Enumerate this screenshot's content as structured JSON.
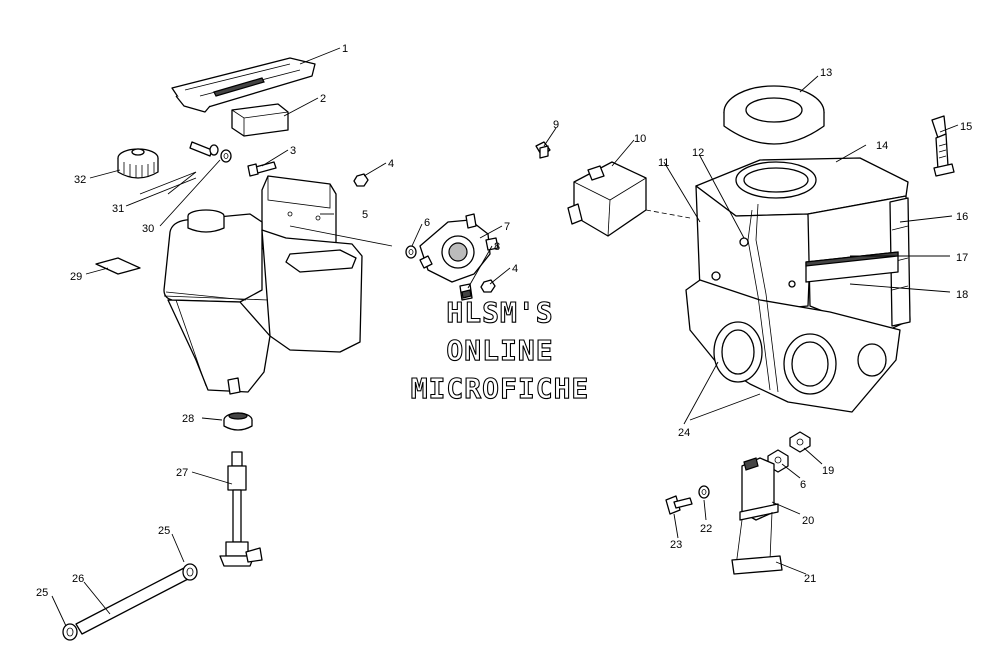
{
  "watermark": {
    "line1": "HLSM'S",
    "line2": "ONLINE",
    "line3": "MICROFICHE"
  },
  "callouts": [
    {
      "id": "c1",
      "text": "1"
    },
    {
      "id": "c2",
      "text": "2"
    },
    {
      "id": "c3",
      "text": "3"
    },
    {
      "id": "c4a",
      "text": "4"
    },
    {
      "id": "c5",
      "text": "5"
    },
    {
      "id": "c6a",
      "text": "6"
    },
    {
      "id": "c7",
      "text": "7"
    },
    {
      "id": "c8",
      "text": "8"
    },
    {
      "id": "c4b",
      "text": "4"
    },
    {
      "id": "c9",
      "text": "9"
    },
    {
      "id": "c10",
      "text": "10"
    },
    {
      "id": "c11",
      "text": "11"
    },
    {
      "id": "c12",
      "text": "12"
    },
    {
      "id": "c13",
      "text": "13"
    },
    {
      "id": "c14",
      "text": "14"
    },
    {
      "id": "c15",
      "text": "15"
    },
    {
      "id": "c16",
      "text": "16"
    },
    {
      "id": "c17",
      "text": "17"
    },
    {
      "id": "c18",
      "text": "18"
    },
    {
      "id": "c19",
      "text": "19"
    },
    {
      "id": "c6b",
      "text": "6"
    },
    {
      "id": "c20",
      "text": "20"
    },
    {
      "id": "c21",
      "text": "21"
    },
    {
      "id": "c22",
      "text": "22"
    },
    {
      "id": "c23",
      "text": "23"
    },
    {
      "id": "c24",
      "text": "24"
    },
    {
      "id": "c25a",
      "text": "25"
    },
    {
      "id": "c25b",
      "text": "25"
    },
    {
      "id": "c26",
      "text": "26"
    },
    {
      "id": "c27",
      "text": "27"
    },
    {
      "id": "c28",
      "text": "28"
    },
    {
      "id": "c29",
      "text": "29"
    },
    {
      "id": "c30",
      "text": "30"
    },
    {
      "id": "c31",
      "text": "31"
    },
    {
      "id": "c32",
      "text": "32"
    }
  ]
}
